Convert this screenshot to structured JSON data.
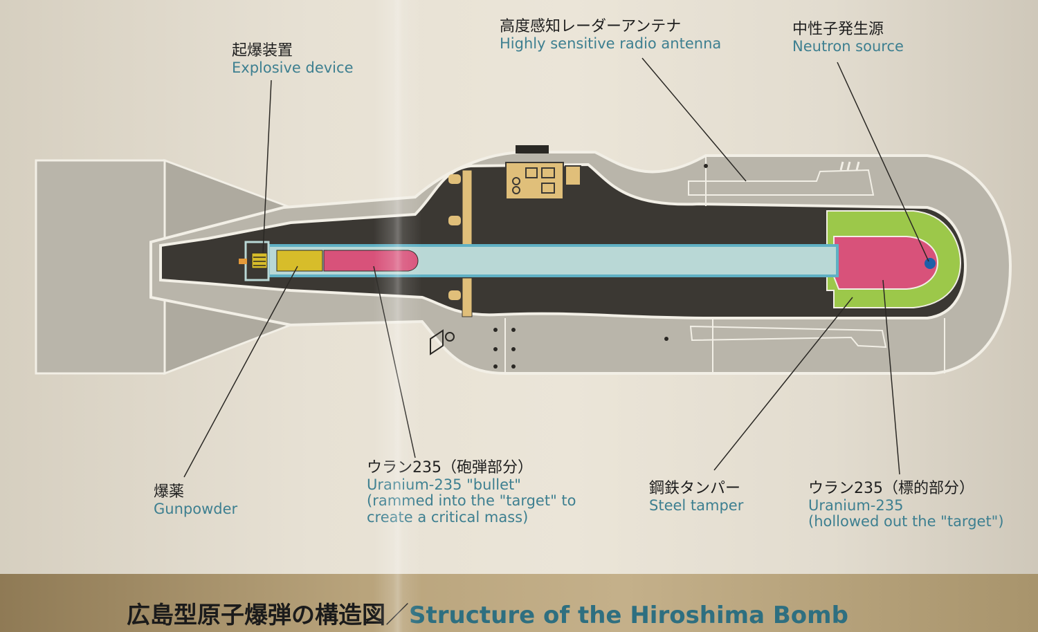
{
  "labels": {
    "explosive_device": {
      "ja": "起爆装置",
      "en": "Explosive device"
    },
    "radio_antenna": {
      "ja": "高度感知レーダーアンテナ",
      "en": "Highly sensitive radio antenna"
    },
    "neutron_source": {
      "ja": "中性子発生源",
      "en": "Neutron source"
    },
    "gunpowder": {
      "ja": "爆薬",
      "en": "Gunpowder"
    },
    "uranium_bullet": {
      "ja": "ウラン235（砲弾部分）",
      "en_line1": "Uranium-235 \"bullet\"",
      "en_line2": "(rammed into the \"target\" to",
      "en_line3": "create a critical mass)"
    },
    "steel_tamper": {
      "ja": "鋼鉄タンパー",
      "en": "Steel tamper"
    },
    "uranium_target": {
      "ja": "ウラン235（標的部分）",
      "en_line1": "Uranium-235",
      "en_line2": "(hollowed out the \"target\")"
    }
  },
  "footer": {
    "title_ja": "広島型原子爆弾の構造図",
    "separator": "／",
    "title_en": "Structure of the Hiroshima Bomb"
  },
  "colors": {
    "casing": "#b9b5aa",
    "interior": "#3b3833",
    "outline": "#f2efe6",
    "barrel": "#b9d8d6",
    "barrel_edge": "#5fb0c4",
    "uranium": "#d8527a",
    "gunpowder": "#d7bd2a",
    "tamper": "#9cc84a",
    "neutron": "#1e5fa8",
    "tan": "#e0bf7a",
    "label_en": "#3d7f90",
    "label_ja": "#1e1e1e"
  }
}
